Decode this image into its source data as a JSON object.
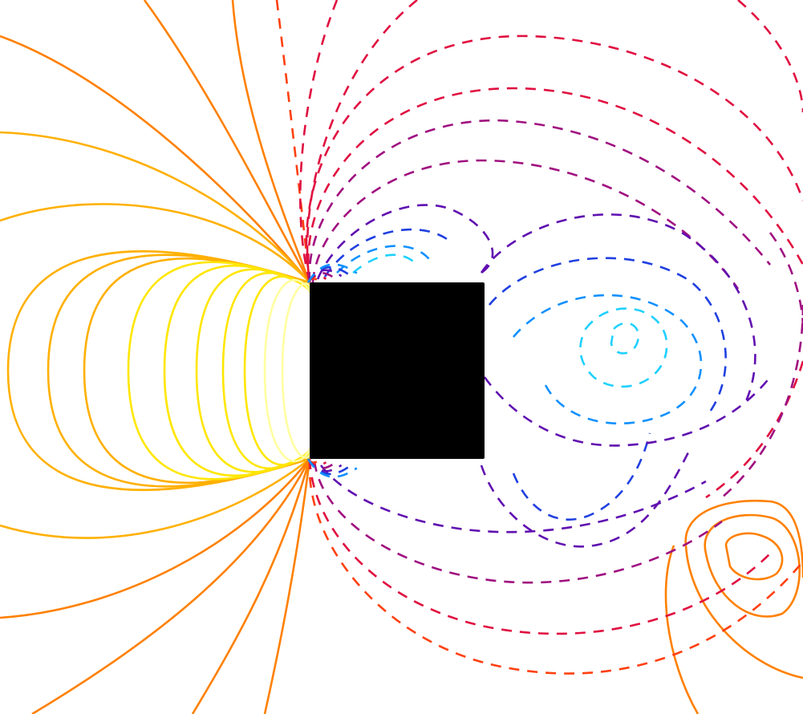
{
  "figure": {
    "kind": "pressure-contour-plot-around-square-cylinder",
    "background": "#ffffff",
    "obstacle": {
      "shape": "square",
      "fill": "#000000"
    },
    "contour_styles": {
      "positive": "solid",
      "negative": "dashed"
    },
    "palette": {
      "max": "#ffffa0",
      "high": "#ffe600",
      "mid_high": "#ffb000",
      "mid": "#ff8000",
      "zero_ish": "#ff4010",
      "low_1": "#e01040",
      "low_2": "#a01080",
      "low_3": "#6010b0",
      "low_4": "#2040e0",
      "low_5": "#1090ff",
      "min": "#20d0ff"
    }
  }
}
